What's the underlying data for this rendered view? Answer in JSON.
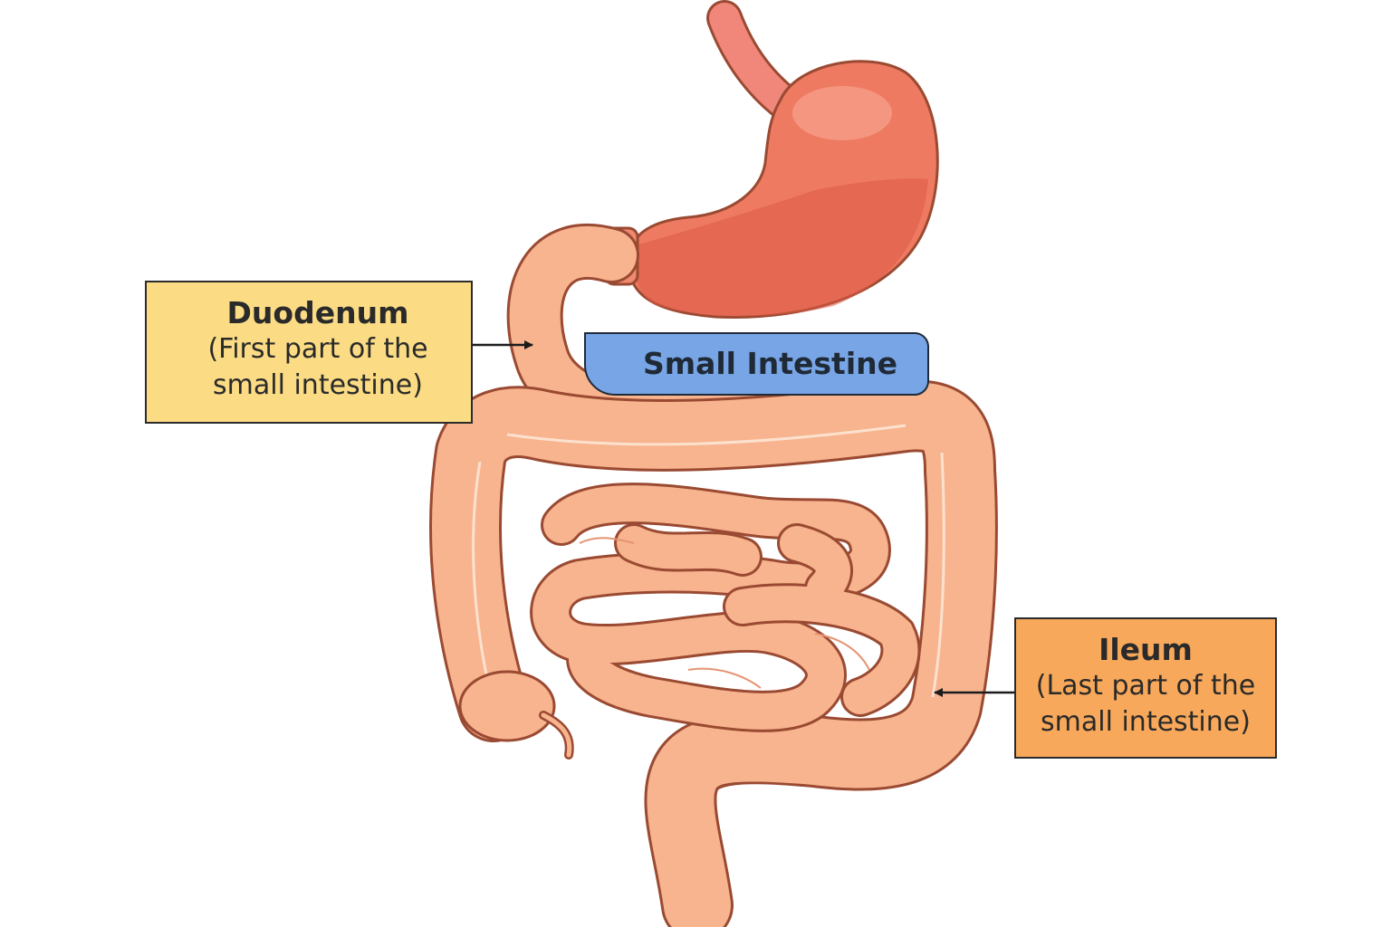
{
  "colors": {
    "background": "#ffffff",
    "duodenum_label": "#fbdc84",
    "ileum_label": "#f8a85a",
    "small_intestine_tag": "#78a5e6",
    "intestine": "#f7b48e",
    "intestine_outline": "#9a4a32",
    "stomach": "#ef7a62",
    "stomach_shadow": "#dd5a45"
  },
  "labels": {
    "duodenum": {
      "title": "Duodenum",
      "line1": "(First part of the",
      "line2": "small intestine)"
    },
    "small_intestine": {
      "title": "Small Intestine"
    },
    "ileum": {
      "title": "Ileum",
      "line1": "(Last part of the",
      "line2": "small intestine)"
    }
  },
  "icons": {
    "duodenum_pointer": "arrow-right-icon",
    "ileum_pointer": "arrow-left-icon"
  }
}
